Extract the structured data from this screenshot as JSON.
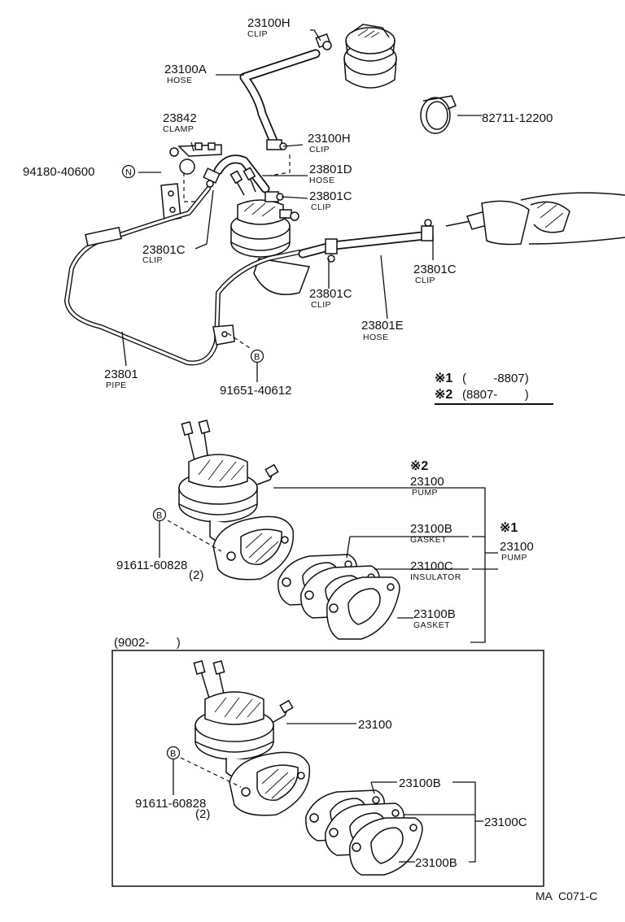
{
  "top_section": {
    "callouts": [
      {
        "part": "23100H",
        "name": "CLIP"
      },
      {
        "part": "23100A",
        "name": "HOSE"
      },
      {
        "part": "82711-12200",
        "name": ""
      },
      {
        "part": "23842",
        "name": "CLAMP"
      },
      {
        "part": "23100H",
        "name": "CLIP"
      },
      {
        "part": "94180-40600",
        "name": ""
      },
      {
        "part": "23801D",
        "name": "HOSE"
      },
      {
        "part": "23801C",
        "name": "CLIP"
      },
      {
        "part": "23801C",
        "name": "CLIP"
      },
      {
        "part": "23801C",
        "name": "CLIP"
      },
      {
        "part": "23801C",
        "name": "CLIP"
      },
      {
        "part": "23801E",
        "name": "HOSE"
      },
      {
        "part": "23801",
        "name": "PIPE"
      },
      {
        "part": "91651-40612",
        "name": ""
      }
    ],
    "markers": {
      "n": "N",
      "b": "B"
    },
    "legend": {
      "row1_mark": "※1",
      "row1_range": "(        -8807)",
      "row2_mark": "※2",
      "row2_range": "(8807-        )"
    }
  },
  "middle_section": {
    "mark_2": "※2",
    "mark_1": "※1",
    "pump_2": {
      "part": "23100",
      "name": "PUMP"
    },
    "pump_1": {
      "part": "23100",
      "name": "PUMP"
    },
    "gasket_a": {
      "part": "23100B",
      "name": "GASKET"
    },
    "insulator": {
      "part": "23100C",
      "name": "INSULATOR"
    },
    "gasket_b": {
      "part": "23100B",
      "name": "GASKET"
    },
    "bolt": {
      "part": "91611-60828",
      "qty": "(2)"
    },
    "marker_b": "B"
  },
  "lower_section": {
    "range": "(9002-        )",
    "pump": "23100",
    "gasket_a": "23100B",
    "insulator": "23100C",
    "gasket_b": "23100B",
    "bolt": {
      "part": "91611-60828",
      "qty": "(2)"
    },
    "marker_b": "B"
  },
  "footer": {
    "code": "MA  C071-C"
  }
}
